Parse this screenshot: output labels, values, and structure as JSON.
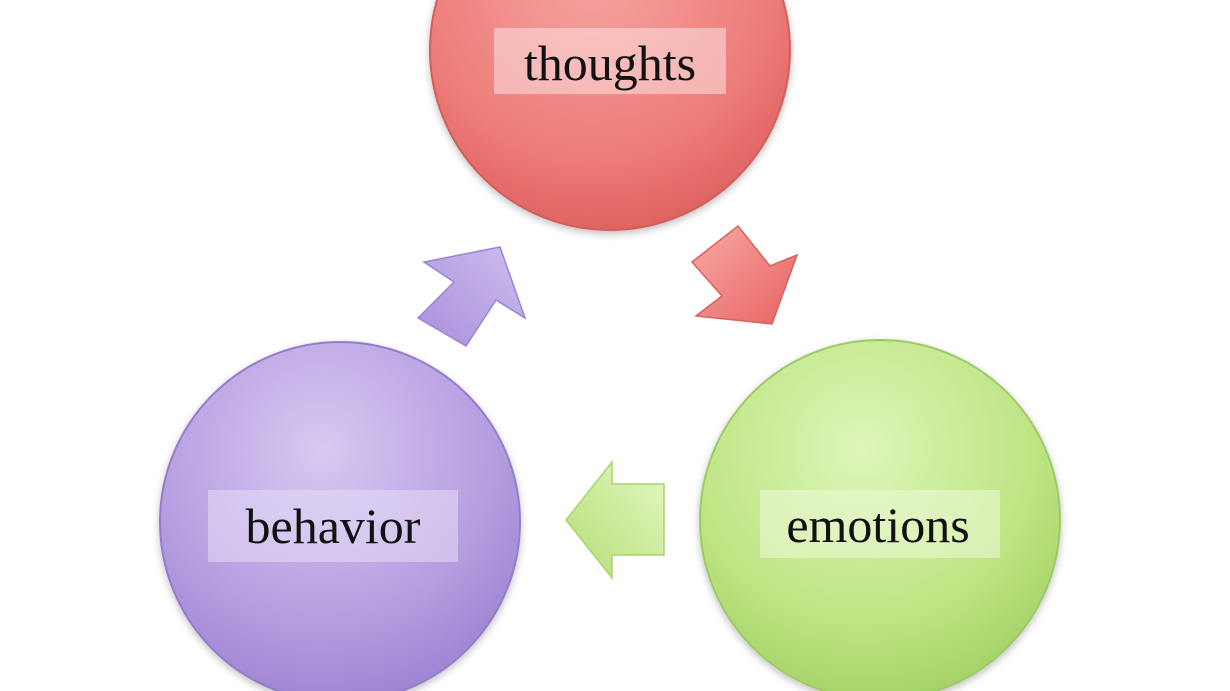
{
  "diagram": {
    "nodes": [
      {
        "id": "thoughts",
        "label": "thoughts",
        "color": "#f07a78"
      },
      {
        "id": "emotions",
        "label": "emotions",
        "color": "#b8e27c"
      },
      {
        "id": "behavior",
        "label": "behavior",
        "color": "#b49ce0"
      }
    ],
    "edges": [
      {
        "from": "thoughts",
        "to": "emotions",
        "color": "#f07a78"
      },
      {
        "from": "emotions",
        "to": "behavior",
        "color": "#bfe78a"
      },
      {
        "from": "behavior",
        "to": "thoughts",
        "color": "#b59ddf"
      }
    ]
  }
}
